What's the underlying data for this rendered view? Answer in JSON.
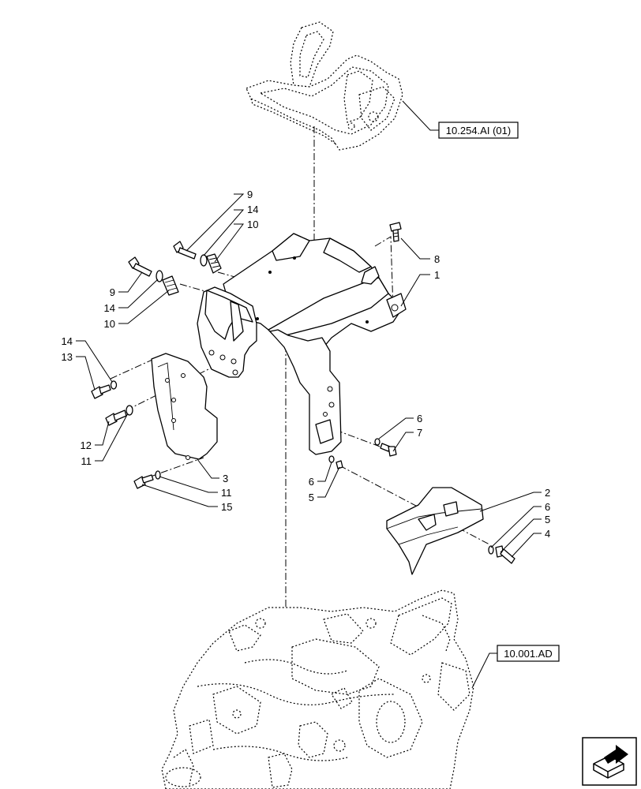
{
  "references": {
    "cab_ref": "10.254.AI (01)",
    "engine_ref": "10.001.AD"
  },
  "callouts": {
    "c1": "1",
    "c2": "2",
    "c3": "3",
    "c4": "4",
    "c5a": "5",
    "c5b": "5",
    "c6a": "6",
    "c6b": "6",
    "c6c": "6",
    "c7": "7",
    "c8": "8",
    "c9a": "9",
    "c9b": "9",
    "c10a": "10",
    "c10b": "10",
    "c11a": "11",
    "c11b": "11",
    "c12": "12",
    "c13": "13",
    "c14a": "14",
    "c14b": "14",
    "c14c": "14",
    "c15": "15"
  },
  "icons": {
    "navigation": "next-page-arrow-icon"
  },
  "colors": {
    "line": "#000000",
    "background": "#ffffff"
  }
}
